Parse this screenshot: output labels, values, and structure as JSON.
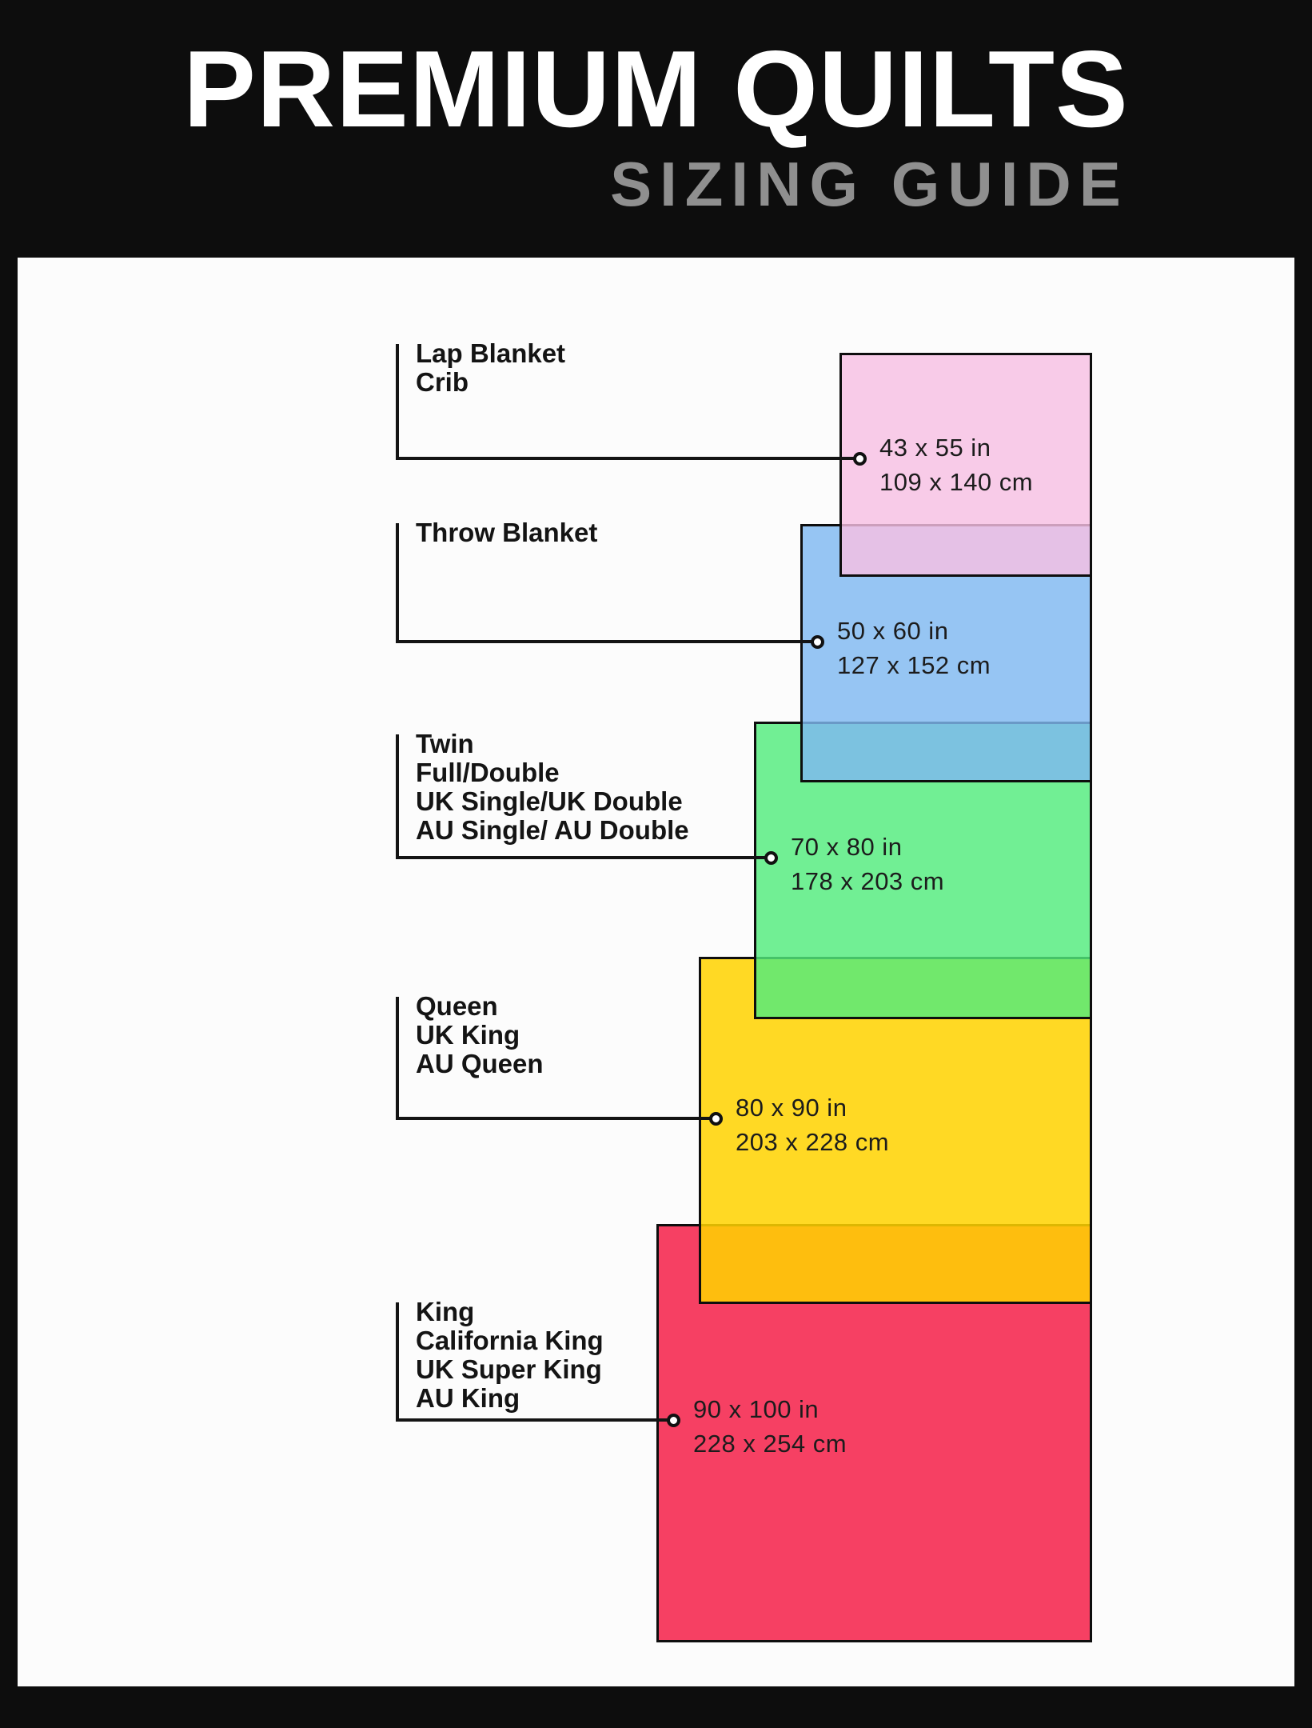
{
  "header": {
    "title": "PREMIUM QUILTS",
    "subtitle": "SIZING GUIDE"
  },
  "colors": {
    "background": "#0d0d0d",
    "panel": "#fcfcfc",
    "line": "#141414",
    "lap_blanket": "#f6bfe3",
    "throw_blanket": "#7fb8f0",
    "twin": "#52ec7d",
    "queen": "#ffd300",
    "king": "#f5264d"
  },
  "sizes": [
    {
      "labels": [
        "Lap Blanket",
        "Crib"
      ],
      "inches": "43 x 55 in",
      "cm": "109 x 140 cm",
      "color": "#f6bfe3",
      "fill": "rgba(246,191,227,0.82)"
    },
    {
      "labels": [
        "Throw Blanket"
      ],
      "inches": "50 x 60 in",
      "cm": "127 x 152 cm",
      "color": "#7fb8f0",
      "fill": "rgba(127,184,240,0.82)"
    },
    {
      "labels": [
        "Twin",
        "Full/Double",
        "UK Single/UK Double",
        "AU Single/ AU Double"
      ],
      "inches": "70 x 80 in",
      "cm": "178 x 203 cm",
      "color": "#52ec7d",
      "fill": "rgba(82,236,125,0.82)"
    },
    {
      "labels": [
        "Queen",
        "UK King",
        "AU Queen"
      ],
      "inches": "80 x 90 in",
      "cm": "203 x 228 cm",
      "color": "#ffd300",
      "fill": "rgba(255,211,0,0.86)"
    },
    {
      "labels": [
        "King",
        "California King",
        "UK Super King",
        "AU King"
      ],
      "inches": "90 x 100 in",
      "cm": "228 x 254 cm",
      "color": "#f5264d",
      "fill": "rgba(245,38,77,0.88)"
    }
  ]
}
